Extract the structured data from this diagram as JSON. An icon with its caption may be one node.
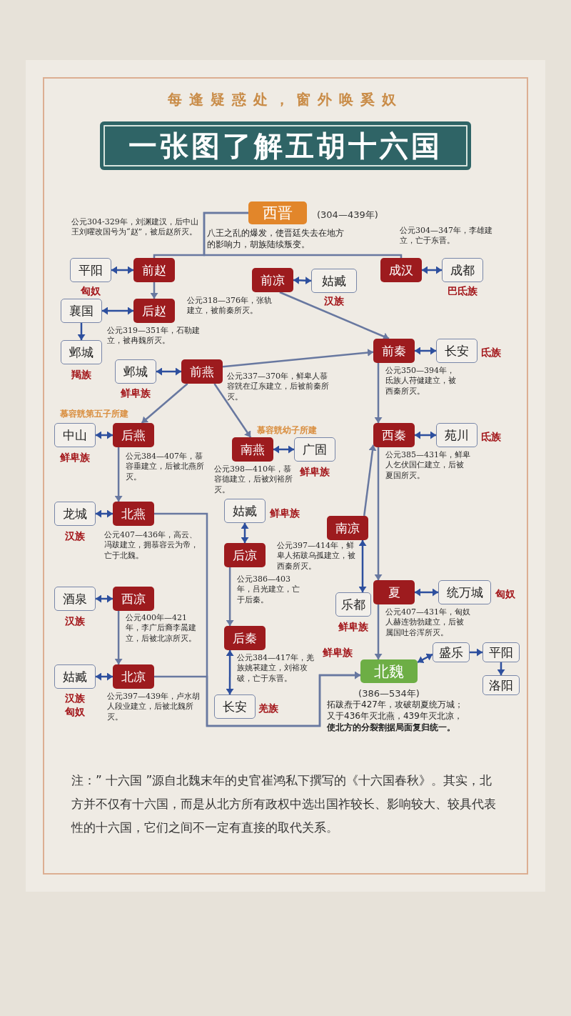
{
  "diagram": {
    "title": "一张图了解五胡十六国",
    "nodes": [
      {
        "text": [
          "西晋"
        ],
        "beside": [
          "(304—439年)",
          "八王之乱的爆发，使晋廷失去在地方的影响力，胡族陆续叛变。"
        ]
      },
      {
        "text": [
          "平阳"
        ],
        "beside": [
          "匈奴"
        ]
      },
      {
        "text": [
          "前赵"
        ],
        "beside": [
          "公元304-329年，刘渊建汉，后中山王刘曜改国号为“赵”，被后赵所灭。"
        ]
      },
      {
        "text": [
          "前凉"
        ],
        "beside": [
          "公元318—376年，张轨建立，被前秦所灭。"
        ]
      },
      {
        "text": [
          "姑臧"
        ],
        "beside": [
          "汉族"
        ]
      },
      {
        "text": [
          "成汉"
        ],
        "beside": [
          "公元304—347年，李雄建立，亡于东晋。"
        ]
      },
      {
        "text": [
          "成都"
        ],
        "beside": [
          "巴氐族"
        ]
      },
      {
        "text": [
          "襄国"
        ]
      },
      {
        "text": [
          "后赵"
        ],
        "beside": [
          "公元319—351年，石勒建立，被冉魏所灭。"
        ]
      },
      {
        "text": [
          "邺城"
        ],
        "beside": [
          "羯族"
        ]
      },
      {
        "text": [
          "邺城"
        ],
        "beside": [
          "鲜卑族"
        ]
      },
      {
        "text": [
          "前燕"
        ],
        "beside": [
          "公元337—370年，鲜卑人慕容皝在辽东建立，后被前秦所灭。"
        ]
      },
      {
        "text": [
          "前秦"
        ],
        "beside": [
          "公元350—394年，氐族人苻健建立，被西秦所灭。"
        ]
      },
      {
        "text": [
          "长安"
        ],
        "beside": [
          "氐族"
        ]
      },
      {
        "text": [
          "中山"
        ],
        "beside": [
          "鲜卑族"
        ]
      },
      {
        "text": [
          "后燕"
        ],
        "beside": [
          "慕容皝第五子所建",
          "公元384—407年，慕容垂建立，后被北燕所灭。"
        ]
      },
      {
        "text": [
          "南燕"
        ],
        "beside": [
          "慕容皝幼子所建",
          "公元398—410年，慕容德建立，后被刘裕所灭。"
        ]
      },
      {
        "text": [
          "广固"
        ],
        "beside": [
          "鲜卑族"
        ]
      },
      {
        "text": [
          "西秦"
        ],
        "beside": [
          "公元385—431年，鲜卑人乞伏国仁建立，后被夏国所灭。"
        ]
      },
      {
        "text": [
          "苑川"
        ],
        "beside": [
          "氐族"
        ]
      },
      {
        "text": [
          "龙城"
        ],
        "beside": [
          "汉族"
        ]
      },
      {
        "text": [
          "北燕"
        ],
        "beside": [
          "公元407—436年，高云、冯跋建立，拥慕容云为帝，亡于北魏。"
        ]
      },
      {
        "text": [
          "姑臧"
        ],
        "beside": [
          "鲜卑族"
        ]
      },
      {
        "text": [
          "后凉"
        ],
        "beside": [
          "公元386—403年，吕光建立，亡于后秦。"
        ]
      },
      {
        "text": [
          "南凉"
        ],
        "beside": [
          "公元397—414年，鲜卑人拓跋乌孤建立，被西秦所灭。"
        ]
      },
      {
        "text": [
          "酒泉"
        ],
        "beside": [
          "汉族"
        ]
      },
      {
        "text": [
          "西凉"
        ],
        "beside": [
          "公元400年—421年，李广后裔李暠建立，后被北凉所灭。"
        ]
      },
      {
        "text": [
          "乐都"
        ],
        "beside": [
          "鲜卑族"
        ]
      },
      {
        "text": [
          "夏"
        ],
        "beside": [
          "公元407—431年，匈奴人赫连勃勃建立，后被属国吐谷浑所灭。"
        ]
      },
      {
        "text": [
          "统万城"
        ],
        "beside": [
          "匈奴"
        ]
      },
      {
        "text": [
          "后秦"
        ],
        "beside": [
          "公元384—417年，羌族姚苌建立，刘裕攻破，亡于东晋。"
        ]
      },
      {
        "text": [
          "姑臧"
        ],
        "beside": [
          "汉族",
          "匈奴"
        ]
      },
      {
        "text": [
          "北凉"
        ],
        "beside": [
          "公元397—439年，卢水胡人段业建立，后被北魏所灭。"
        ]
      },
      {
        "text": [
          "北魏"
        ],
        "beside": [
          "鲜卑族",
          "(386—534年)",
          "拓跋焘于427年，攻破胡夏统万城；又于436年灭北燕，439年灭北凉，**使北方的分裂割据局面复归统一。**"
        ]
      },
      {
        "text": [
          "盛乐"
        ]
      },
      {
        "text": [
          "平阳"
        ]
      },
      {
        "text": [
          "洛阳"
        ]
      },
      {
        "text": [
          "长安"
        ],
        "beside": [
          "羌族"
        ]
      }
    ],
    "edges": [
      {
        "from": 0,
        "to": 2,
        "arrow": "none",
        "color": "#6878a0"
      },
      {
        "from": 0,
        "to": 5,
        "arrow": "none",
        "color": "#6878a0"
      },
      {
        "from": 2,
        "to": 1,
        "arrow": "both"
      },
      {
        "from": 2,
        "to": 8,
        "arrow": "to",
        "color": "#6878a0"
      },
      {
        "from": 3,
        "to": 4,
        "arrow": "both"
      },
      {
        "from": 3,
        "to": 12,
        "arrow": "to",
        "color": "#6878a0"
      },
      {
        "from": 5,
        "to": 6,
        "arrow": "both"
      },
      {
        "from": 8,
        "to": 7,
        "arrow": "both"
      },
      {
        "from": 7,
        "to": 9,
        "arrow": "to"
      },
      {
        "from": 11,
        "to": 10,
        "arrow": "both"
      },
      {
        "from": 11,
        "to": 12,
        "arrow": "to",
        "color": "#6878a0"
      },
      {
        "from": 11,
        "to": 15,
        "arrow": "to",
        "color": "#6878a0"
      },
      {
        "from": 11,
        "to": 16,
        "arrow": "to",
        "color": "#6878a0"
      },
      {
        "from": 12,
        "to": 13,
        "arrow": "both"
      },
      {
        "from": 12,
        "to": 18,
        "arrow": "to",
        "color": "#6878a0"
      },
      {
        "from": 15,
        "to": 14,
        "arrow": "both"
      },
      {
        "from": 15,
        "to": 21,
        "arrow": "to",
        "color": "#6878a0"
      },
      {
        "from": 16,
        "to": 17,
        "arrow": "both"
      },
      {
        "from": 18,
        "to": 19,
        "arrow": "both"
      },
      {
        "from": 21,
        "to": 20,
        "arrow": "both"
      },
      {
        "from": 21,
        "to": 33,
        "arrow": "to",
        "color": "#6878a0"
      },
      {
        "from": 23,
        "to": 22,
        "arrow": "both"
      },
      {
        "from": 23,
        "to": 30,
        "arrow": "to",
        "color": "#6878a0"
      },
      {
        "from": 24,
        "to": 18,
        "arrow": "to",
        "color": "#6878a0"
      },
      {
        "from": 24,
        "to": 27,
        "arrow": "both"
      },
      {
        "from": 26,
        "to": 25,
        "arrow": "both"
      },
      {
        "from": 26,
        "to": 32,
        "arrow": "to",
        "color": "#6878a0"
      },
      {
        "from": 18,
        "to": 28,
        "arrow": "to",
        "color": "#6878a0"
      },
      {
        "from": 28,
        "to": 29,
        "arrow": "both"
      },
      {
        "from": 28,
        "to": 33,
        "arrow": "to",
        "color": "#6878a0"
      },
      {
        "from": 30,
        "to": 37,
        "arrow": "both"
      },
      {
        "from": 32,
        "to": 31,
        "arrow": "both"
      },
      {
        "from": 32,
        "to": 33,
        "arrow": "to",
        "color": "#6878a0"
      },
      {
        "from": 33,
        "to": 34,
        "arrow": "both"
      },
      {
        "from": 34,
        "to": 35,
        "arrow": "to"
      },
      {
        "from": 35,
        "to": 36,
        "arrow": "to"
      }
    ],
    "labels": [
      "每逢疑惑处，窗外唤奚奴",
      "注：” 十六国 ”源自北魏末年的史官崔鸿私下撰写的《十六国春秋》。其实，北方并不仅有十六国，而是从北方所有政权中选出国祚较长、影响较大、较具代表性的十六国，它们之间不一定有直接的取代关系。"
    ]
  }
}
